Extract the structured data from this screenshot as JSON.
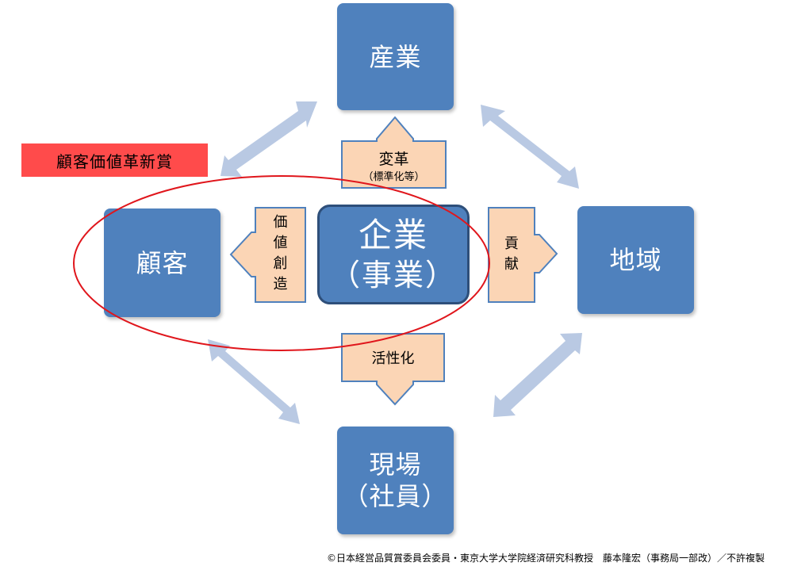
{
  "nodes": {
    "industry": "産業",
    "customer": "顧客",
    "region": "地域",
    "workplace_line1": "現場",
    "workplace_line2": "（社員）",
    "enterprise_line1": "企業",
    "enterprise_line2": "（事業）"
  },
  "arrows": {
    "up_label": "変革",
    "up_sublabel": "（標準化等）",
    "left_label": [
      "価",
      "値",
      "創",
      "造"
    ],
    "right_label": [
      "貢",
      "献"
    ],
    "down_label": "活性化"
  },
  "award_label": "顧客価値革新賞",
  "footer": "©日本経営品質賞委員会委員・東京大学大学院経済研究科教授　藤本隆宏（事務局一部改）／不許複製",
  "colors": {
    "box": "#4f81bd",
    "arrow_fill": "#fbd5b5",
    "arrow_stroke": "#4f81bd",
    "diag_arrow": "#b9c9e3",
    "ellipse": "#e0161c",
    "award_bg": "#ff4b4b"
  }
}
